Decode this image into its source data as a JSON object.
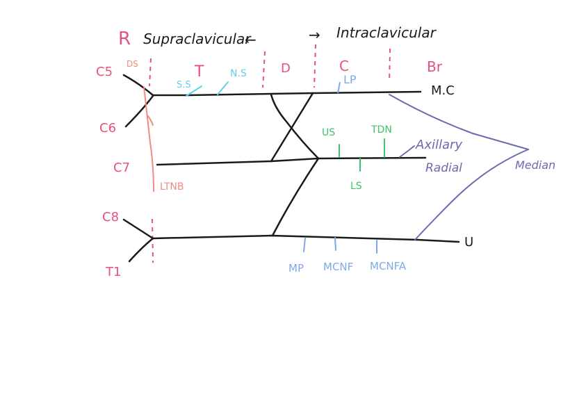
{
  "header": {
    "r_label": "R",
    "supra_label": "Supraclavicular",
    "supra_arrow": "←",
    "infra_arrow": "→",
    "infra_label": "Intraclavicular"
  },
  "sections": {
    "roots": "DS",
    "trunks": "T",
    "divisions": "D",
    "cords": "C",
    "branches": "Br"
  },
  "roots": {
    "c5": "C5",
    "c6": "C6",
    "c7": "C7",
    "c8": "C8",
    "t1": "T1"
  },
  "nerves": {
    "ss": "S.S",
    "ns": "N.S",
    "lp": "LP",
    "us": "US",
    "tdn": "TDN",
    "ls": "LS",
    "ltnb": "LTNB",
    "mp": "MP",
    "mcnf": "MCNF",
    "mcnfa": "MCNFA"
  },
  "terminal": {
    "mc": "M.C",
    "axillary": "Axillary",
    "radial": "Radial",
    "median": "Median",
    "ulnar": "U"
  },
  "colors": {
    "black": "#1a1a1a",
    "pink": "#e8527a",
    "salmon": "#f08c7c",
    "cyan": "#5fd0e8",
    "blue": "#7fa8e8",
    "green": "#3cc46a",
    "purple": "#6a6ab0"
  }
}
